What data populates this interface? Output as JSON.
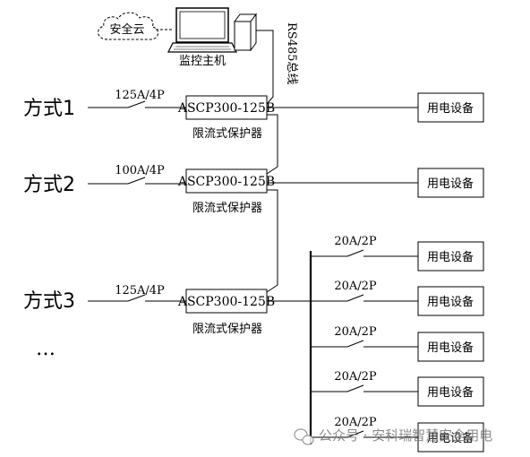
{
  "cloud_label": "安全云",
  "host_label": "监控主机",
  "bus_label": "RS485总线",
  "protector_model": "ASCP300-125B",
  "protector_caption": "限流式保护器",
  "load_label": "用电设备",
  "methods": [
    {
      "label": "方式1",
      "breaker": "125A/4P"
    },
    {
      "label": "方式2",
      "breaker": "100A/4P"
    },
    {
      "label": "方式3",
      "breaker": "125A/4P"
    }
  ],
  "ellipsis": "…",
  "branch_breaker": "20A/2P",
  "branch_count": 5,
  "watermark": "公众号 · 安科瑞智慧安全用电"
}
